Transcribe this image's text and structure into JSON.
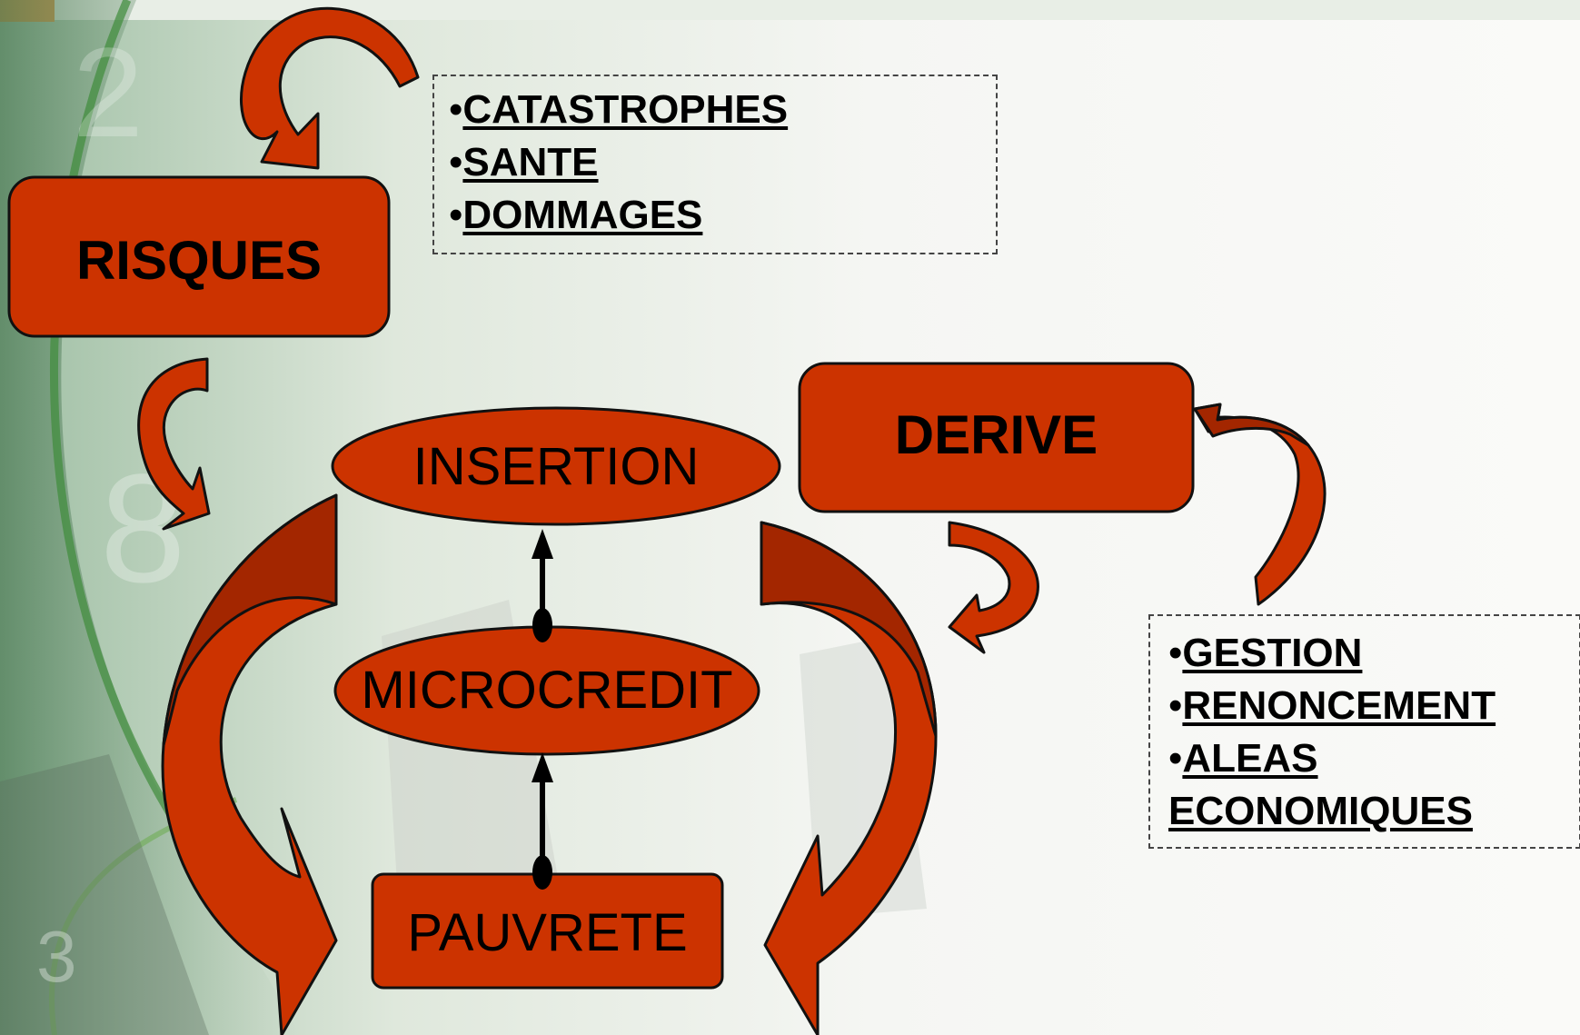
{
  "nodes": {
    "risques": "RISQUES",
    "derive": "DERIVE",
    "insertion": "INSERTION",
    "microcredit": "MICROCREDIT",
    "pauvrete": "PAUVRETE"
  },
  "risques_list": [
    "CATASTROPHES",
    "SANTE",
    "DOMMAGES"
  ],
  "derive_list": [
    "GESTION",
    "RENONCEMENT",
    "ALEAS",
    "ECONOMIQUES"
  ],
  "bullet": "•",
  "colors": {
    "fill": "#cc3300",
    "shade": "#a32600",
    "outline": "#111111"
  }
}
